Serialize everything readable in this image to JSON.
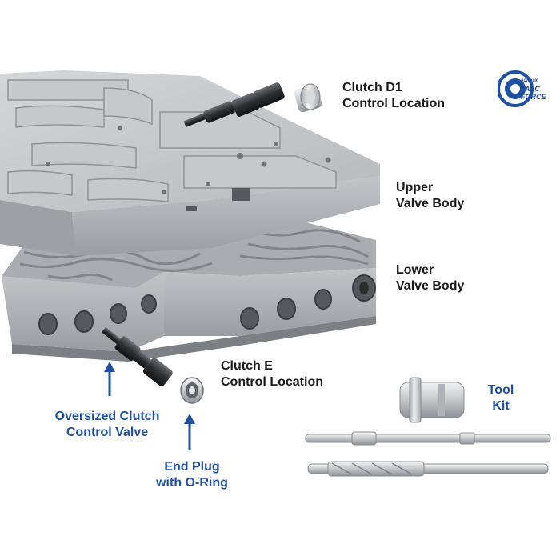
{
  "labels": {
    "clutch_d1": [
      "Clutch D1",
      "Control Location"
    ],
    "upper_valve_body": [
      "Upper",
      "Valve Body"
    ],
    "lower_valve_body": [
      "Lower",
      "Valve Body"
    ],
    "clutch_e": [
      "Clutch E",
      "Control Location"
    ],
    "oversized_valve": [
      "Oversized Clutch",
      "Control Valve"
    ],
    "end_plug": [
      "End Plug",
      "with O-Ring"
    ],
    "tool_kit": [
      "Tool",
      "Kit"
    ]
  },
  "logo": {
    "brand": "sonnax",
    "line1": "TASC",
    "line2": "FORCE"
  },
  "colors": {
    "label_dark": "#1a1a1a",
    "label_blue": "#1f4fa0",
    "metal_light": "#c9ccce",
    "metal_dark": "#8e9296"
  }
}
